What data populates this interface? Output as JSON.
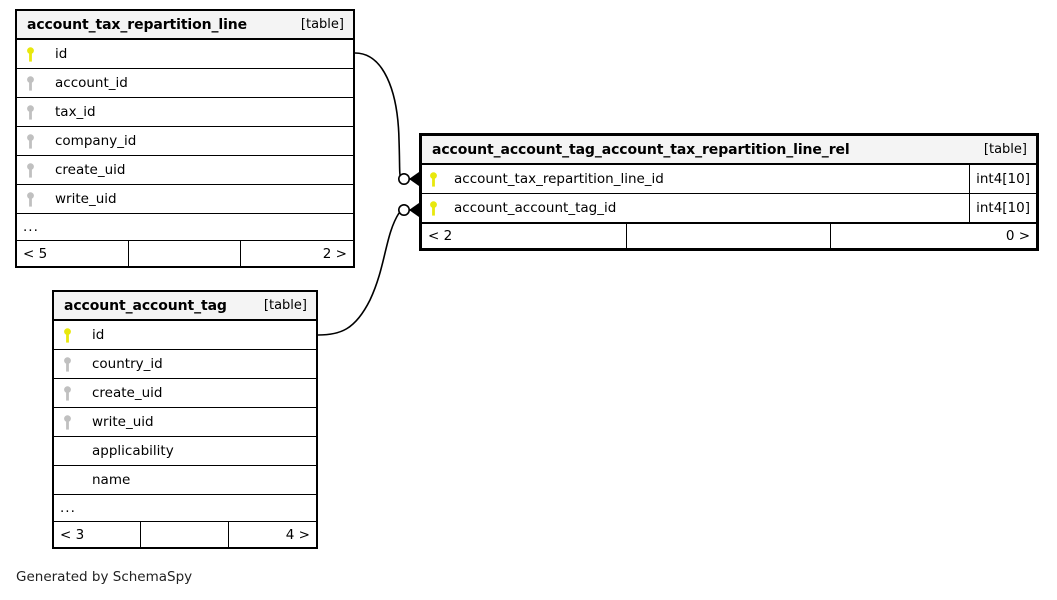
{
  "diagram": {
    "caption": "Generated by SchemaSpy",
    "table_tag": "[table]",
    "ellipsis": "...",
    "key_icon_primary": "primary-key-icon",
    "key_icon_foreign": "foreign-key-icon",
    "colors": {
      "primary_key": "#e8e80d",
      "foreign_key": "#c0c0c0",
      "header_bg": "#f4f4f4",
      "border": "#000000",
      "background": "#ffffff",
      "edge": "#000000"
    },
    "tables": [
      {
        "id": "account_tax_repartition_line",
        "name": "account_tax_repartition_line",
        "tag": "[table]",
        "focus": false,
        "columns": [
          {
            "name": "id",
            "key": "primary",
            "type": ""
          },
          {
            "name": "account_id",
            "key": "foreign",
            "type": ""
          },
          {
            "name": "tax_id",
            "key": "foreign",
            "type": ""
          },
          {
            "name": "company_id",
            "key": "foreign",
            "type": ""
          },
          {
            "name": "create_uid",
            "key": "foreign",
            "type": ""
          },
          {
            "name": "write_uid",
            "key": "foreign",
            "type": ""
          }
        ],
        "has_ellipsis": true,
        "footer": {
          "left": "< 5",
          "middle": "",
          "right": "2 >"
        }
      },
      {
        "id": "account_account_tag_account_tax_repartition_line_rel",
        "name": "account_account_tag_account_tax_repartition_line_rel",
        "tag": "[table]",
        "focus": true,
        "columns": [
          {
            "name": "account_tax_repartition_line_id",
            "key": "primary",
            "type": "int4[10]"
          },
          {
            "name": "account_account_tag_id",
            "key": "primary",
            "type": "int4[10]"
          }
        ],
        "has_ellipsis": false,
        "footer": {
          "left": "< 2",
          "middle": "",
          "right": "0 >"
        }
      },
      {
        "id": "account_account_tag",
        "name": "account_account_tag",
        "tag": "[table]",
        "focus": false,
        "columns": [
          {
            "name": "id",
            "key": "primary",
            "type": ""
          },
          {
            "name": "country_id",
            "key": "foreign",
            "type": ""
          },
          {
            "name": "create_uid",
            "key": "foreign",
            "type": ""
          },
          {
            "name": "write_uid",
            "key": "foreign",
            "type": ""
          },
          {
            "name": "applicability",
            "key": "none",
            "type": ""
          },
          {
            "name": "name",
            "key": "none",
            "type": ""
          }
        ],
        "has_ellipsis": true,
        "footer": {
          "left": "< 3",
          "middle": "",
          "right": "4 >"
        }
      }
    ],
    "relationships": [
      {
        "from": "account_tax_repartition_line.id",
        "to": "account_account_tag_account_tax_repartition_line_rel.account_tax_repartition_line_id",
        "notation": "zero-or-many"
      },
      {
        "from": "account_account_tag.id",
        "to": "account_account_tag_account_tax_repartition_line_rel.account_account_tag_id",
        "notation": "zero-or-many"
      }
    ]
  }
}
